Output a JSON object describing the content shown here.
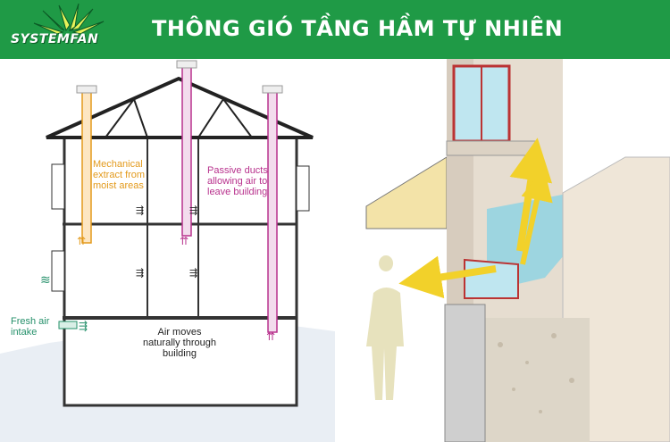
{
  "header": {
    "logo_text": "SYSTEMFAN",
    "title": "THÔNG GIÓ TẦNG HẦM TỰ NHIÊN",
    "background": "#1f9a46"
  },
  "diagram": {
    "labels": {
      "mechanical": "Mechanical\nextract from\nmoist areas",
      "passive": "Passive ducts\nallowing air to\nleave building",
      "fresh": "Fresh air\nintake",
      "moves": "Air moves\nnaturally through\nbuilding"
    },
    "colors": {
      "mechanical": "#e39a1c",
      "passive": "#b8328d",
      "fresh": "#25906a",
      "airflow_arrows": "#f2d12a",
      "glass": "#8fd3e3",
      "wall": "#e6ddd0"
    }
  }
}
